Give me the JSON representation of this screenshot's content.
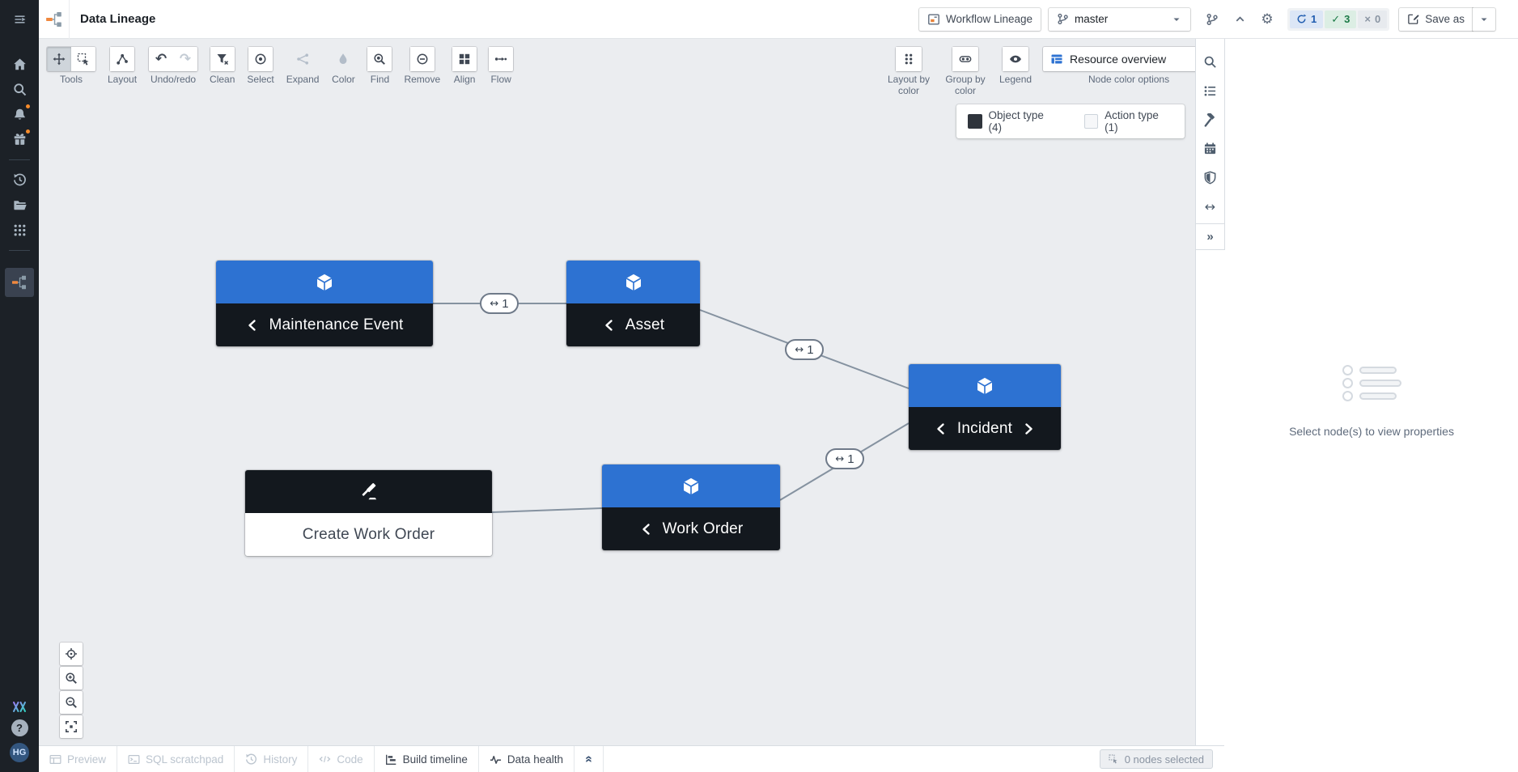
{
  "header": {
    "title": "Data Lineage",
    "workflow_lineage": "Workflow Lineage",
    "branch": "master",
    "status": {
      "in_progress": "1",
      "succeeded": "3",
      "failed": "0"
    },
    "save_as": "Save as"
  },
  "toolbar": {
    "labels": {
      "tools": "Tools",
      "layout": "Layout",
      "undo_redo": "Undo/redo",
      "clean": "Clean",
      "select": "Select",
      "expand": "Expand",
      "color": "Color",
      "find": "Find",
      "remove": "Remove",
      "align": "Align",
      "flow": "Flow"
    },
    "right": {
      "layout_by_color": "Layout by color",
      "group_by_color": "Group by color",
      "legend": "Legend",
      "resource_overview": "Resource overview",
      "node_color_options": "Node color options"
    }
  },
  "legend": {
    "object_type": "Object type (4)",
    "action_type": "Action type (1)"
  },
  "graph": {
    "edge_arrow": "↔",
    "edge_labels": [
      "1",
      "1",
      "1"
    ],
    "nodes": [
      {
        "label": "Maintenance Event",
        "kind": "object"
      },
      {
        "label": "Asset",
        "kind": "object"
      },
      {
        "label": "Incident",
        "kind": "object"
      },
      {
        "label": "Create Work Order",
        "kind": "action"
      },
      {
        "label": "Work Order",
        "kind": "object"
      }
    ]
  },
  "right_panel": {
    "empty_state": "Select node(s) to view properties"
  },
  "bottom_bar": {
    "tabs": [
      "Preview",
      "SQL scratchpad",
      "History",
      "Code",
      "Build timeline",
      "Data health"
    ],
    "selection": "0 nodes selected"
  },
  "sidebar": {
    "avatar": "HG",
    "help": "?"
  },
  "icons": {
    "undo": "↶",
    "redo": "↷",
    "gear": "⚙",
    "check": "✓",
    "cross": "×",
    "double_chevron_right": "»"
  },
  "colors": {
    "accent_blue": "#2D72D2",
    "node_dark": "#13181E",
    "canvas": "#EBEDF0",
    "sidebar": "#1C2127",
    "success_green": "#1C7B47",
    "orange_badge": "#F78C2B",
    "edge_gray": "#8592A0"
  }
}
